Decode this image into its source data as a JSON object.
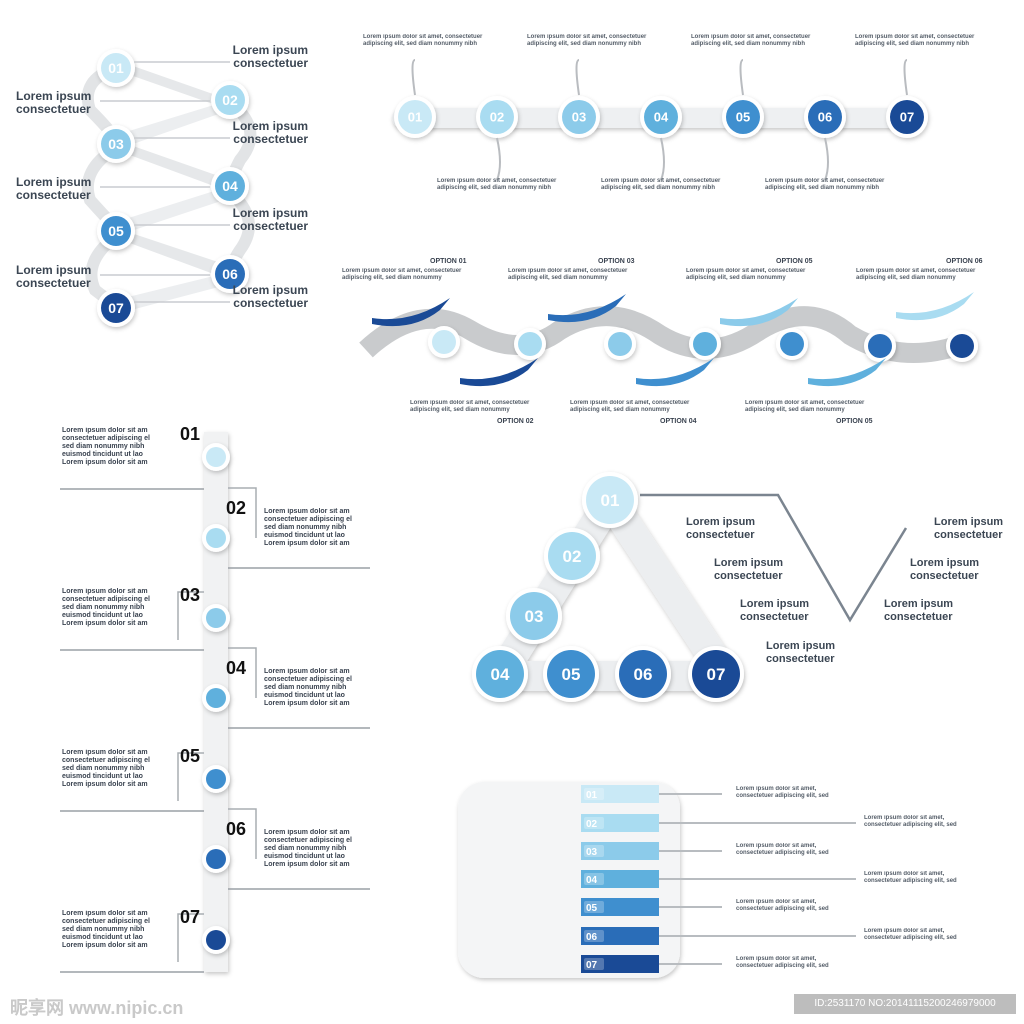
{
  "colors": {
    "c1": "#c9e9f6",
    "c2": "#a9dcf1",
    "c3": "#8ccbea",
    "c4": "#5fb0dd",
    "c5": "#3f8fcf",
    "c6": "#2a6db8",
    "c7": "#1a4a96",
    "grey": "#d4d6d8"
  },
  "zigzag": {
    "numbers": [
      "01",
      "02",
      "03",
      "04",
      "05",
      "06",
      "07"
    ],
    "labels": [
      "Lorem ipsum\nconsectetuer",
      "Lorem ipsum\nconsectetuer",
      "Lorem ipsum\nconsectetuer",
      "Lorem ipsum\nconsectetuer",
      "Lorem ipsum\nconsectetuer",
      "Lorem ipsum\nconsectetuer",
      "Lorem ipsum\nconsectetuer"
    ]
  },
  "timeline": {
    "numbers": [
      "01",
      "02",
      "03",
      "04",
      "05",
      "06",
      "07"
    ],
    "text": "Lorem ipsum dolor sit amet, consectetuer\nadipiscing elit, sed diam nonummy nibh"
  },
  "wave": {
    "options": [
      "OPTION 01",
      "OPTION 02",
      "OPTION 03",
      "OPTION 04",
      "OPTION 05",
      "OPTION 06"
    ],
    "text": "Lorem ipsum dolor sit amet, consectetuer\nadipiscing elit, sed diam nonummy"
  },
  "vertical": {
    "numbers": [
      "01",
      "02",
      "03",
      "04",
      "05",
      "06",
      "07"
    ],
    "text": "Lorem ipsum dolor sit am\nconsectetuer adipiscing el\nsed diam nonummy nibh\neuismod tincidunt ut lao\nLorem ipsum dolor sit am"
  },
  "triangle": {
    "numbers": [
      "01",
      "02",
      "03",
      "04",
      "05",
      "06",
      "07"
    ],
    "labels": [
      "Lorem ipsum\nconsectetuer",
      "Lorem ipsum\nconsectetuer",
      "Lorem ipsum\nconsectetuer",
      "Lorem ipsum\nconsectetuer",
      "Lorem ipsum\nconsectetuer",
      "Lorem ipsum\nconsectetuer",
      "Lorem ipsum\nconsectetuer"
    ]
  },
  "bars": {
    "numbers": [
      "01",
      "02",
      "03",
      "04",
      "05",
      "06",
      "07"
    ],
    "text": "Lorem ipsum dolor sit amet,\nconsectetuer adipiscing elit, sed"
  },
  "footer": {
    "watermark": "昵享网 www.nipic.cn",
    "id": "ID:2531170 NO:20141115200246979000"
  }
}
